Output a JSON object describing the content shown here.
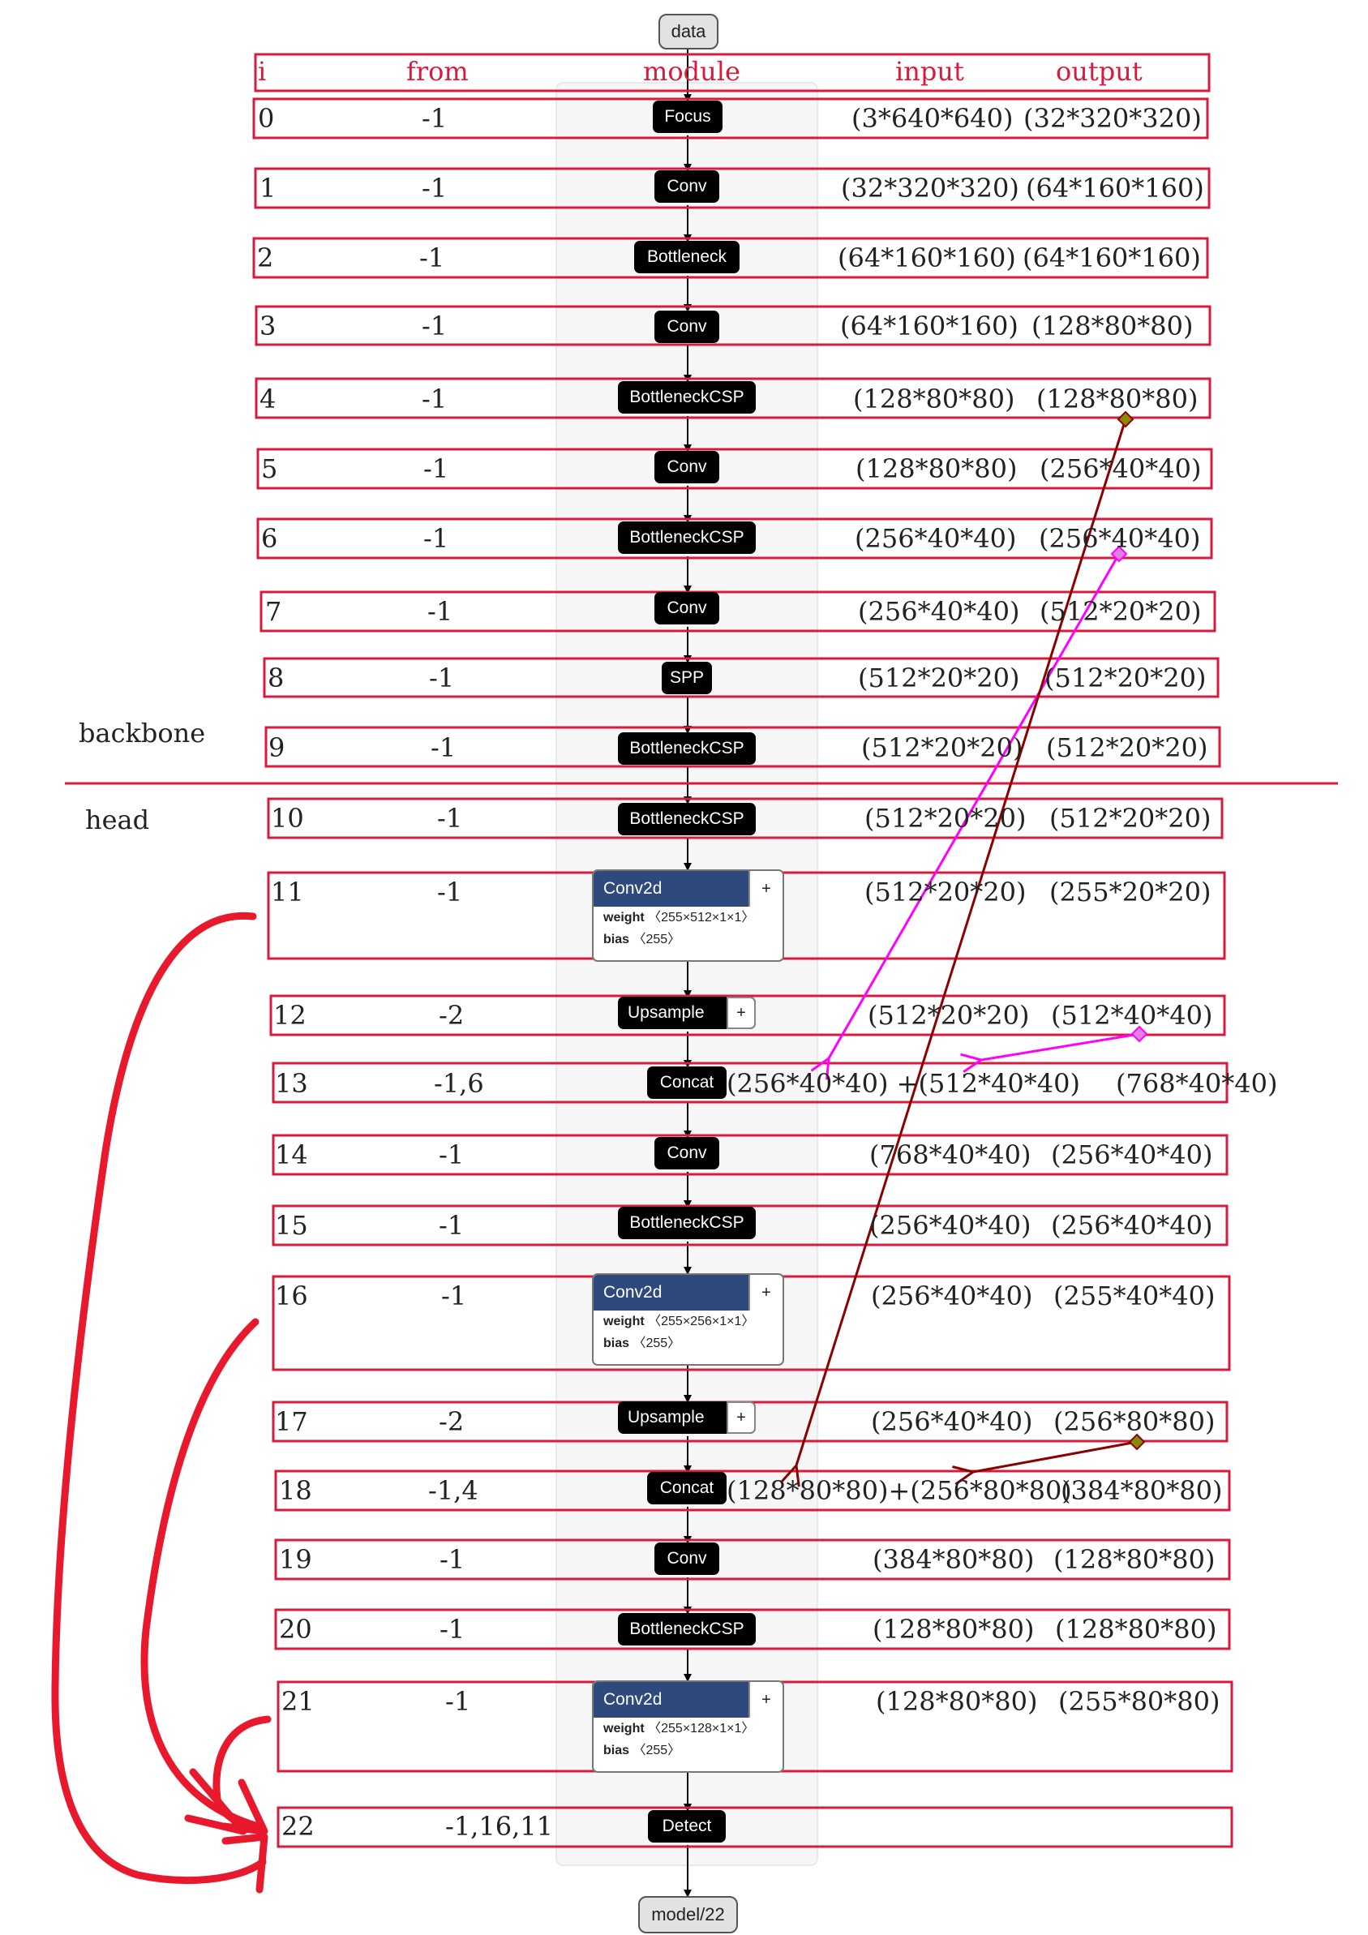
{
  "header": {
    "i": "i",
    "from": "from",
    "module": "module",
    "input": "input",
    "output": "output"
  },
  "sections": {
    "backbone": "backbone",
    "head": "head"
  },
  "nodes": {
    "data": "data",
    "output": "model/22"
  },
  "rows": [
    {
      "i": "0",
      "from": "-1",
      "module": "Focus",
      "input": "(3*640*640)",
      "output": "(32*320*320)"
    },
    {
      "i": "1",
      "from": "-1",
      "module": "Conv",
      "input": "(32*320*320)",
      "output": "(64*160*160)"
    },
    {
      "i": "2",
      "from": "-1",
      "module": "Bottleneck",
      "input": "(64*160*160)",
      "output": "(64*160*160)"
    },
    {
      "i": "3",
      "from": "-1",
      "module": "Conv",
      "input": "(64*160*160)",
      "output": "(128*80*80)"
    },
    {
      "i": "4",
      "from": "-1",
      "module": "BottleneckCSP",
      "input": "(128*80*80)",
      "output": "(128*80*80)"
    },
    {
      "i": "5",
      "from": "-1",
      "module": "Conv",
      "input": "(128*80*80)",
      "output": "(256*40*40)"
    },
    {
      "i": "6",
      "from": "-1",
      "module": "BottleneckCSP",
      "input": "(256*40*40)",
      "output": "(256*40*40)"
    },
    {
      "i": "7",
      "from": "-1",
      "module": "Conv",
      "input": "(256*40*40)",
      "output": "(512*20*20)"
    },
    {
      "i": "8",
      "from": "-1",
      "module": "SPP",
      "input": "(512*20*20)",
      "output": "(512*20*20)"
    },
    {
      "i": "9",
      "from": "-1",
      "module": "BottleneckCSP",
      "input": "(512*20*20)",
      "output": "(512*20*20)"
    },
    {
      "i": "10",
      "from": "-1",
      "module": "BottleneckCSP",
      "input": "(512*20*20)",
      "output": "(512*20*20)"
    },
    {
      "i": "11",
      "from": "-1",
      "module": "Conv2d",
      "input": "(512*20*20)",
      "output": "(255*20*20)",
      "weight": "〈255×512×1×1〉",
      "bias": "〈255〉"
    },
    {
      "i": "12",
      "from": "-2",
      "module": "Upsample",
      "input": "(512*20*20)",
      "output": "(512*40*40)"
    },
    {
      "i": "13",
      "from": "-1,6",
      "module": "Concat",
      "input": "(256*40*40) +(512*40*40)",
      "output": "(768*40*40)"
    },
    {
      "i": "14",
      "from": "-1",
      "module": "Conv",
      "input": "(768*40*40)",
      "output": "(256*40*40)"
    },
    {
      "i": "15",
      "from": "-1",
      "module": "BottleneckCSP",
      "input": "(256*40*40)",
      "output": "(256*40*40)"
    },
    {
      "i": "16",
      "from": "-1",
      "module": "Conv2d",
      "input": "(256*40*40)",
      "output": "(255*40*40)",
      "weight": "〈255×256×1×1〉",
      "bias": "〈255〉"
    },
    {
      "i": "17",
      "from": "-2",
      "module": "Upsample",
      "input": "(256*40*40)",
      "output": "(256*80*80)"
    },
    {
      "i": "18",
      "from": "-1,4",
      "module": "Concat",
      "input": "(128*80*80)+(256*80*80)",
      "output": "(384*80*80)"
    },
    {
      "i": "19",
      "from": "-1",
      "module": "Conv",
      "input": "(384*80*80)",
      "output": "(128*80*80)"
    },
    {
      "i": "20",
      "from": "-1",
      "module": "BottleneckCSP",
      "input": "(128*80*80)",
      "output": "(128*80*80)"
    },
    {
      "i": "21",
      "from": "-1",
      "module": "Conv2d",
      "input": "(128*80*80)",
      "output": "(255*80*80)",
      "weight": "〈255×128×1×1〉",
      "bias": "〈255〉"
    },
    {
      "i": "22",
      "from": "-1,16,11",
      "module": "Detect",
      "input": "",
      "output": ""
    }
  ],
  "attr_labels": {
    "weight": "weight",
    "bias": "bias"
  },
  "colors": {
    "box_border": "#d81b3c",
    "node_fill": "#000000",
    "conv2d_header": "#2e4a7d",
    "magenta_arrow": "#ff00ff",
    "darkred_arrow": "#8b0000",
    "red_curve": "#e8192c"
  }
}
